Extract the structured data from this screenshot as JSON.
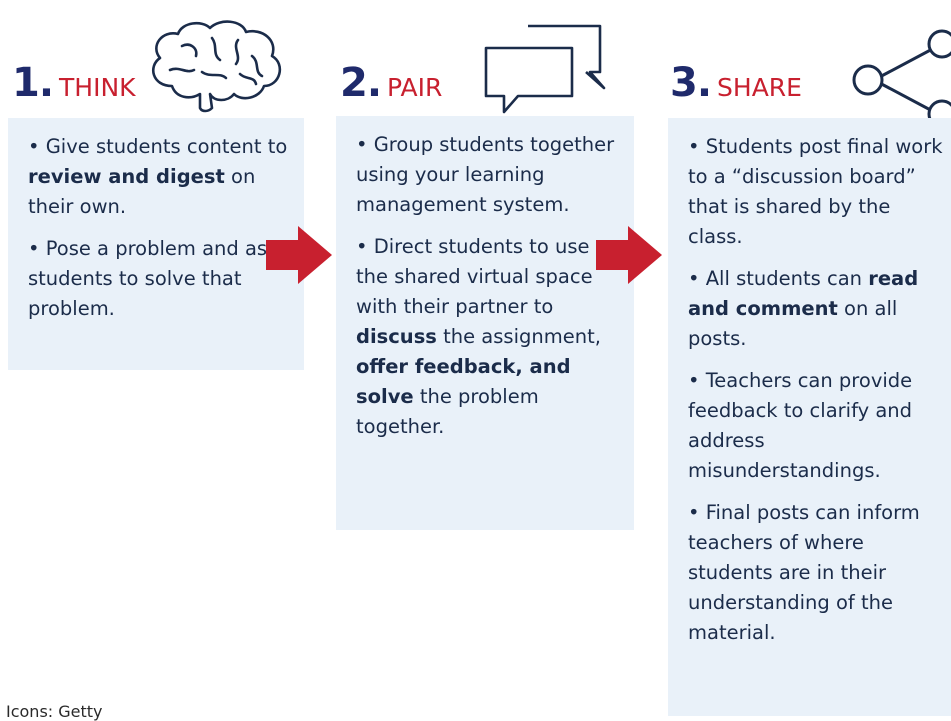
{
  "steps": [
    {
      "num": "1.",
      "word": "THINK",
      "icon": "brain-icon",
      "bullets": [
        [
          {
            "t": "• Give students content to "
          },
          {
            "t": "review and digest",
            "b": true
          },
          {
            "t": " on their own."
          }
        ],
        [
          {
            "t": "• Pose a problem and ask students to solve that problem."
          }
        ]
      ]
    },
    {
      "num": "2.",
      "word": "PAIR",
      "icon": "chat-bubbles-icon",
      "bullets": [
        [
          {
            "t": "• Group students together using your learning management system."
          }
        ],
        [
          {
            "t": "• Direct students to use the shared virtual space with their partner to "
          },
          {
            "t": "discuss",
            "b": true
          },
          {
            "t": " the assignment, "
          },
          {
            "t": "offer feedback, and solve",
            "b": true
          },
          {
            "t": " the problem together."
          }
        ]
      ]
    },
    {
      "num": "3.",
      "word": "SHARE",
      "icon": "share-icon",
      "bullets": [
        [
          {
            "t": "• Students post final work to a “discussion board” that is shared by the class."
          }
        ],
        [
          {
            "t": "• All students can "
          },
          {
            "t": "read and comment",
            "b": true
          },
          {
            "t": " on all posts."
          }
        ],
        [
          {
            "t": "• Teachers can provide feedback to clarify and address misunderstandings."
          }
        ],
        [
          {
            "t": "• Final posts can inform teachers of where students are in their understanding of the material."
          }
        ]
      ]
    }
  ],
  "credit": "Icons: Getty",
  "colors": {
    "number": "#1f2a6b",
    "word": "#c8202f",
    "panel": "#e9f1f9",
    "arrow": "#c8202f",
    "text": "#1b2c4a"
  }
}
